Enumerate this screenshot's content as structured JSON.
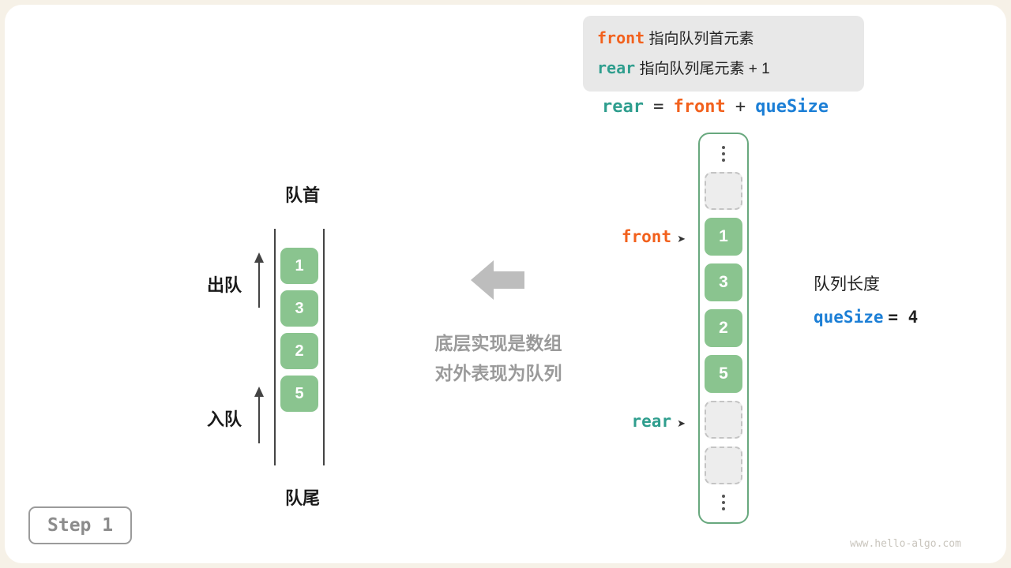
{
  "page": {
    "step_label": "Step 1",
    "watermark": "www.hello-algo.com"
  },
  "legend": {
    "front_keyword": "front",
    "front_desc": "指向队列首元素",
    "rear_keyword": "rear",
    "rear_desc": "指向队列尾元素 + 1"
  },
  "formula": {
    "rear": "rear",
    "eq": "=",
    "front": "front",
    "plus": "+",
    "queSize": "queSize"
  },
  "left_queue": {
    "top_label": "队首",
    "bottom_label": "队尾",
    "dequeue_label": "出队",
    "enqueue_label": "入队",
    "values": [
      "1",
      "3",
      "2",
      "5"
    ]
  },
  "center": {
    "line1": "底层实现是数组",
    "line2": "对外表现为队列"
  },
  "array": {
    "front_pointer": "front",
    "rear_pointer": "rear",
    "pointer_arrow": "➤",
    "cells": [
      {
        "type": "dots"
      },
      {
        "type": "empty"
      },
      {
        "type": "value",
        "value": "1"
      },
      {
        "type": "value",
        "value": "3"
      },
      {
        "type": "value",
        "value": "2"
      },
      {
        "type": "value",
        "value": "5"
      },
      {
        "type": "empty"
      },
      {
        "type": "empty"
      },
      {
        "type": "dots"
      }
    ]
  },
  "size_info": {
    "label": "队列长度",
    "keyword": "queSize",
    "rest": "= 4"
  },
  "colors": {
    "front": "#f2611d",
    "rear": "#2f9e8e",
    "queSize": "#1c7fd6",
    "cell_green": "#8ac48f",
    "center_gray": "#9a9a9a"
  }
}
